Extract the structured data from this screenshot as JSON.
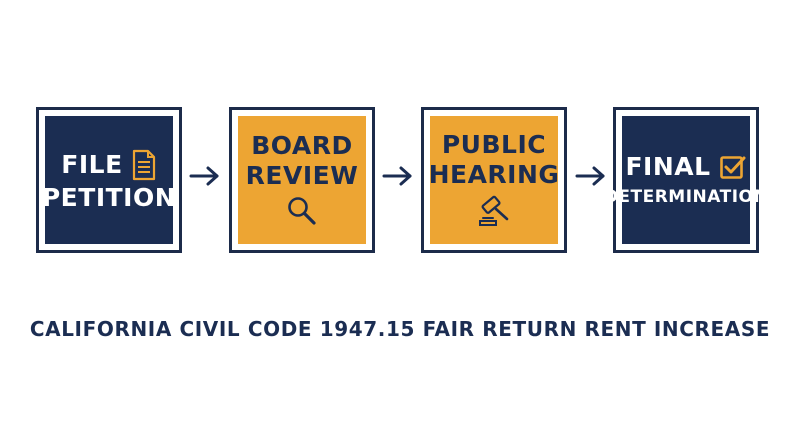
{
  "steps": [
    {
      "line1": "FILE",
      "line2": "PETITION",
      "icon": "document-icon"
    },
    {
      "line1": "BOARD",
      "line2": "REVIEW",
      "icon": "magnifier-icon"
    },
    {
      "line1": "PUBLIC",
      "line2": "HEARING",
      "icon": "gavel-icon"
    },
    {
      "line1": "FINAL",
      "line2": "DETERMINATION",
      "icon": "checkbox-icon"
    }
  ],
  "caption": "CALIFORNIA CIVIL CODE 1947.15 FAIR RETURN RENT INCREASE",
  "colors": {
    "navy": "#1b2d52",
    "orange": "#eda533",
    "border": "#1c2b4a"
  }
}
